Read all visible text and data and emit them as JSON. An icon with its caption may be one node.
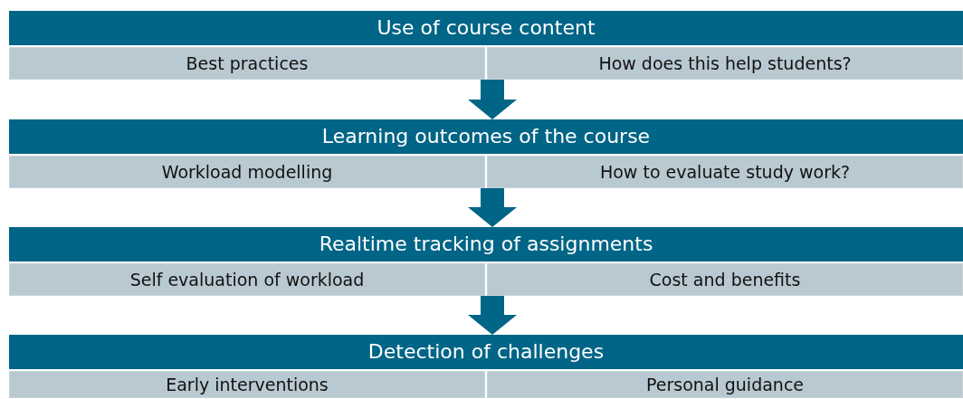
{
  "diagram": {
    "nodes": [
      {
        "text": [
          "Use of course content"
        ]
      },
      {
        "text": [
          "Best practices"
        ],
        "in": 0
      },
      {
        "text": [
          "How does this help students?"
        ],
        "in": 0
      },
      {
        "text": [
          "Learning outcomes of the course"
        ]
      },
      {
        "text": [
          "Workload modelling"
        ],
        "in": 3
      },
      {
        "text": [
          "How to evaluate study work?"
        ],
        "in": 3
      },
      {
        "text": [
          "Realtime tracking of assignments"
        ]
      },
      {
        "text": [
          "Self evaluation of workload"
        ],
        "in": 6
      },
      {
        "text": [
          "Cost and benefits"
        ],
        "in": 6
      },
      {
        "text": [
          "Detection of challenges"
        ]
      },
      {
        "text": [
          "Early interventions"
        ],
        "in": 9
      },
      {
        "text": [
          "Personal guidance"
        ],
        "in": 9
      }
    ],
    "edges": [
      {
        "from": 0,
        "to": 3,
        "arrow": "to"
      },
      {
        "from": 3,
        "to": 6,
        "arrow": "to"
      },
      {
        "from": 6,
        "to": 9,
        "arrow": "to"
      }
    ]
  }
}
